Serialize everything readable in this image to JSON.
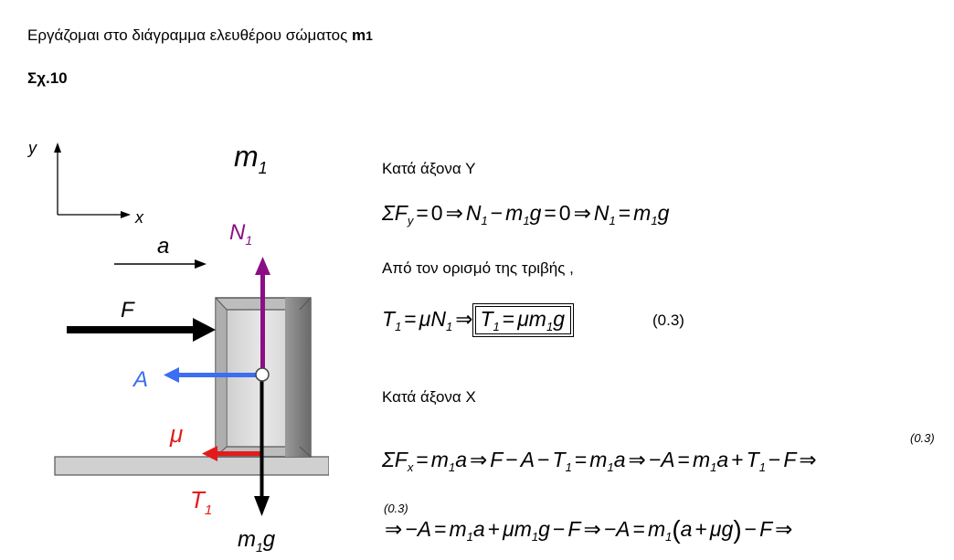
{
  "intro": {
    "text": "Εργάζομαι στο διάγραμμα ελευθέρου σώματος ",
    "mass_symbol": "m",
    "mass_sub": "1"
  },
  "figure_label": "Σχ.10",
  "diagram": {
    "mass_label": "m",
    "mass_sub": "1",
    "axis_y": "y",
    "axis_x": "x",
    "accel_label": "a",
    "force_f": "F",
    "normal_label": "N",
    "normal_sub": "1",
    "force_a": "A",
    "mu_label": "μ",
    "friction_label": "T",
    "friction_sub": "1",
    "weight_label": "m",
    "weight_sub": "1",
    "weight_g": "g",
    "colors": {
      "normal": "#8a0f86",
      "force_a": "#3b6ef0",
      "friction": "#e51b1b",
      "arrows": "#000000",
      "block_frame": "#bcbcbc",
      "block_face": "#d9d9d9",
      "block_shadow": "#7e7e7e",
      "surface": "#d0d0d0"
    }
  },
  "text": {
    "axis_y_heading": "Κατά άξονα Υ",
    "friction_heading": "Από τον ορισμό της τριβής ,",
    "axis_x_heading": "Κατά άξονα Χ"
  },
  "equations": {
    "eq_number": "(0.3)",
    "note_1": "(0.3)",
    "note_2": "(0.3)"
  }
}
